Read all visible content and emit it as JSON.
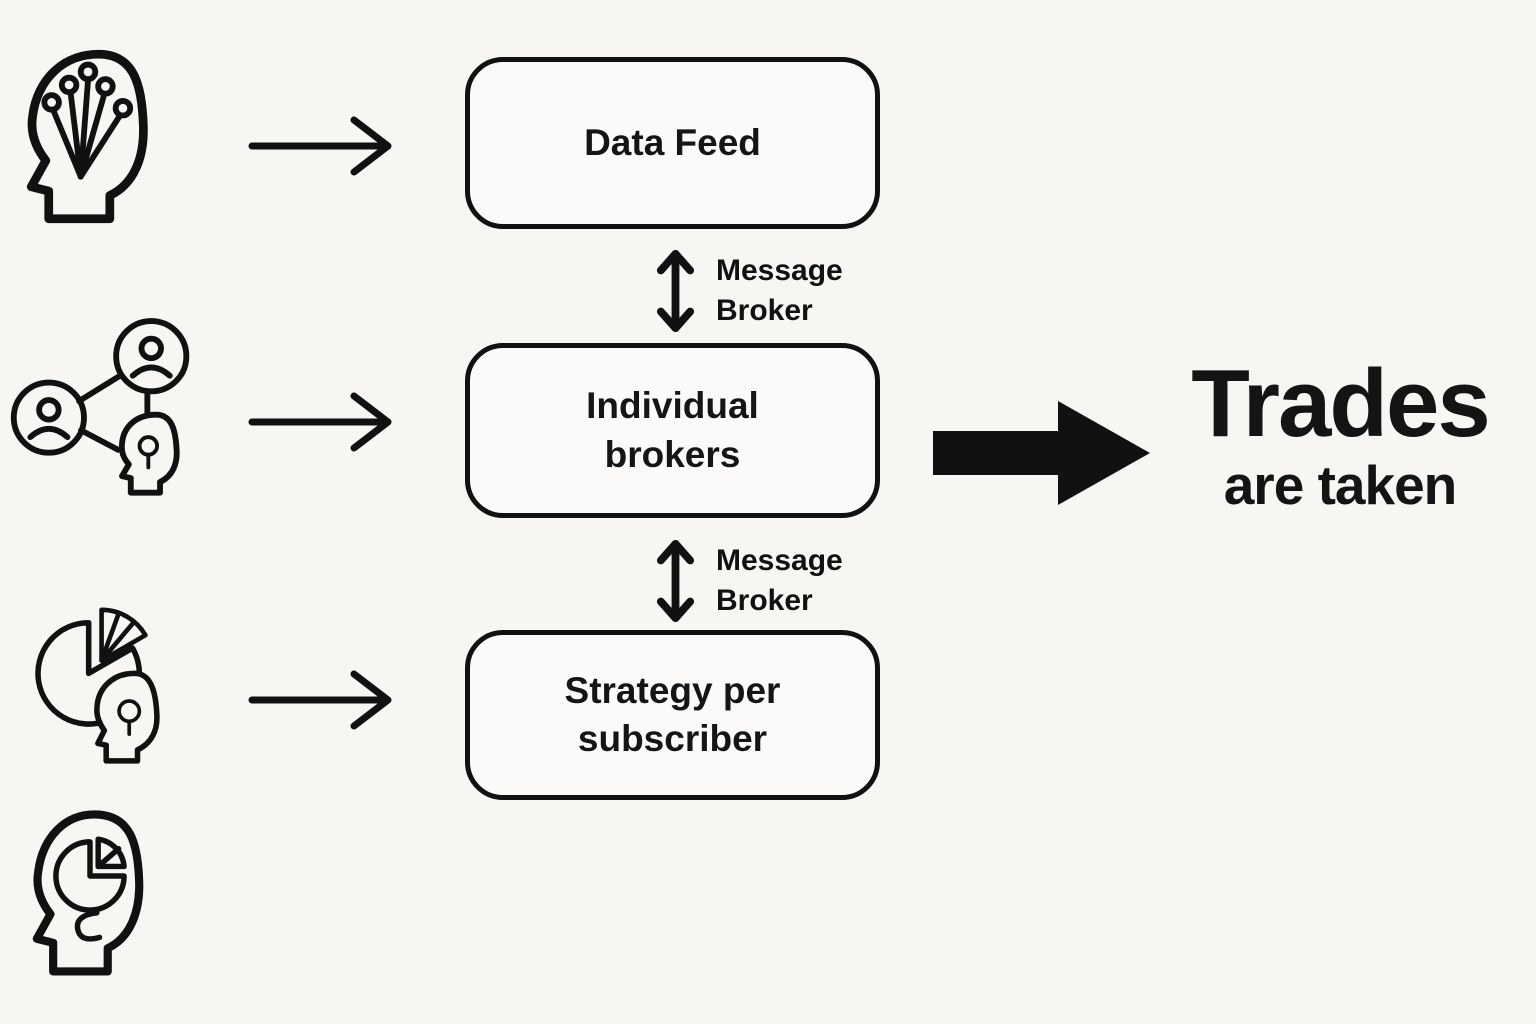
{
  "background_color": "#f7f6f2",
  "ink_color": "#111111",
  "boxes": [
    {
      "label": "Data Feed"
    },
    {
      "label": "Individual brokers"
    },
    {
      "label": "Strategy per subscriber"
    }
  ],
  "connectors": [
    {
      "label": "Message Broker"
    },
    {
      "label": "Message Broker"
    }
  ],
  "result": {
    "title": "Trades",
    "subtitle": "are taken"
  },
  "icons": [
    {
      "name": "ai-head-icon"
    },
    {
      "name": "social-network-head-icon"
    },
    {
      "name": "pie-chart-head-icon"
    },
    {
      "name": "head-pie-chart-icon"
    }
  ],
  "arrows": [
    {
      "name": "arrow-right-1"
    },
    {
      "name": "arrow-right-2"
    },
    {
      "name": "arrow-right-3"
    },
    {
      "name": "big-arrow-right"
    }
  ]
}
